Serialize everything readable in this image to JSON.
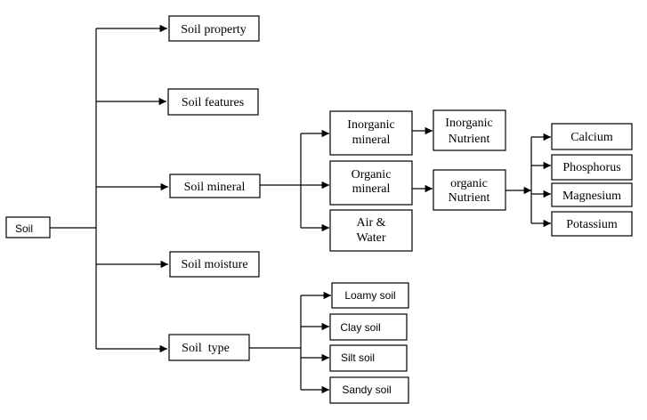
{
  "nodes": {
    "soil": "Soil",
    "soil_property": "Soil property",
    "soil_features": "Soil features",
    "soil_mineral": "Soil mineral",
    "soil_moisture": "Soil moisture",
    "soil_type": "Soil  type",
    "inorganic_mineral": [
      "Inorganic",
      "mineral"
    ],
    "organic_mineral": [
      "Organic",
      "mineral"
    ],
    "air_water": [
      "Air &",
      "Water"
    ],
    "inorganic_nutrient": [
      "Inorganic",
      "Nutrient"
    ],
    "organic_nutrient": [
      "organic",
      "Nutrient"
    ],
    "calcium": "Calcium",
    "phosphorus": "Phosphorus",
    "magnesium": "Magnesium",
    "potassium": "Potassium",
    "loamy_soil": "Loamy soil",
    "clay_soil": "Clay soil",
    "silt_soil": "Silt soil",
    "sandy_soil": "Sandy soil"
  }
}
